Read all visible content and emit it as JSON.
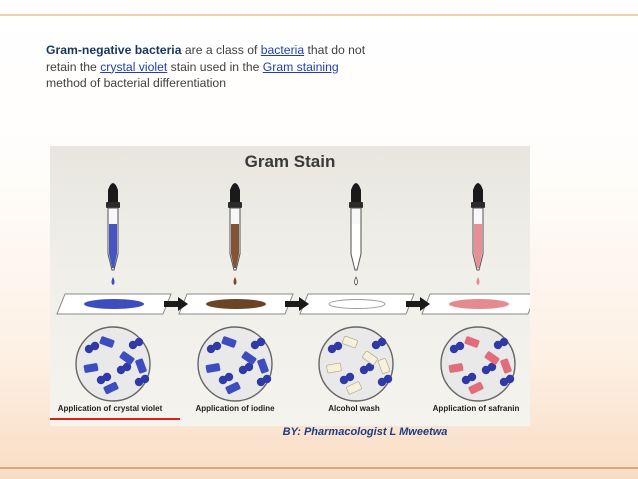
{
  "paragraph": {
    "term": "Gram-negative bacteria",
    "t1": " are a class of ",
    "link_bacteria": "bacteria",
    "t2": " that do not retain the ",
    "link_crystal_violet": "crystal violet",
    "t3": " stain used in the ",
    "link_gram_staining": "Gram staining",
    "t4": " method of bacterial differentiation"
  },
  "figure": {
    "title": "Gram Stain",
    "steps": [
      {
        "label": "Application of crystal violet",
        "color": "#3d4cbf"
      },
      {
        "label": "Application of iodine",
        "color": "#7a4b2a"
      },
      {
        "label": "Alcohol wash",
        "color": "#ffffff"
      },
      {
        "label": "Application of safranin",
        "color": "#e58a8f"
      }
    ],
    "credit": "BY: Pharmacologist L Mweetwa"
  },
  "colors": {
    "accent_rule": "#f2cfae",
    "bottom_rule": "#d9a77c",
    "link": "#1f3fb3",
    "cocci": "#2f3aa6",
    "red_underline": "#d71f1f"
  }
}
